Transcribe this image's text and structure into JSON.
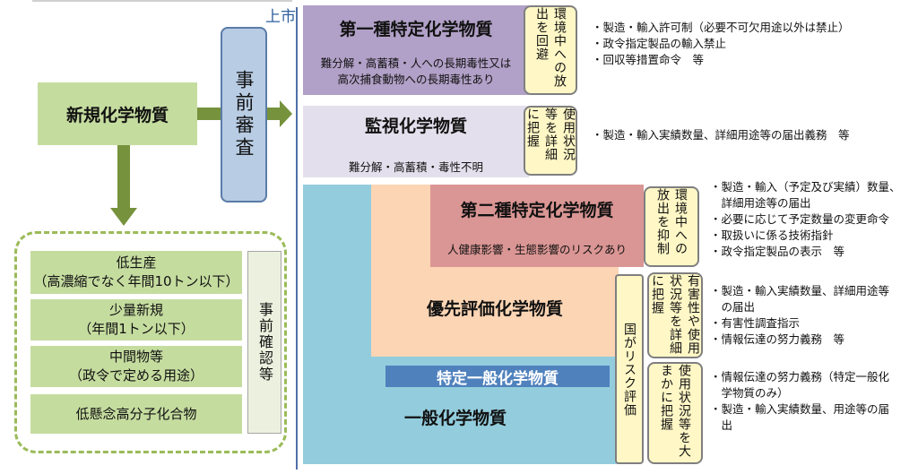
{
  "colors": {
    "green_box": "#c5dc9f",
    "green_arrow": "#76923c",
    "blue_box": "#b8cce4",
    "class1_purple": "#b1a0c7",
    "monitor_lilac": "#e4dfec",
    "class2_red": "#da9694",
    "priority_peach": "#fcd5b4",
    "general_blue": "#93cddd",
    "specific_blue": "#4f81bd",
    "measure_yellow": "#fff7c6"
  },
  "left": {
    "new_substance": "新規化学物質",
    "prior_review": "事前審査",
    "exemptions": [
      {
        "line1": "低生産",
        "line2": "（高濃縮でなく年間10トン以下）"
      },
      {
        "line1": "少量新規",
        "line2": "（年間1トン以下）"
      },
      {
        "line1": "中間物等",
        "line2": "（政令で定める用途）"
      },
      {
        "line1": "低懸念高分子化合物",
        "line2": ""
      }
    ],
    "prior_confirmation": "事前確認等"
  },
  "market_label": "上市",
  "class1": {
    "title": "第一種特定化学物質",
    "desc1": "難分解・高蓄積・人への長期毒性又は",
    "desc2": "高次捕食動物への長期毒性あり",
    "measure": "環境中への放出を回避",
    "notes": [
      "・製造・輸入許可制（必要不可欠用途以外は禁止）",
      "・政令指定製品の輸入禁止",
      "・回収等措置命令　等"
    ]
  },
  "monitor": {
    "title": "監視化学物質",
    "desc": "難分解・高蓄積・毒性不明",
    "measure": "使用状況等を詳細に把握",
    "notes": [
      "・製造・輸入実績数量、詳細用途等の届出義務　等"
    ]
  },
  "class2": {
    "title": "第二種特定化学物質",
    "desc": "人健康影響・生態影響のリスクあり",
    "measure": "環境中への放出を抑制",
    "notes": [
      "・製造・輸入（予定及び実績）数量、",
      "　詳細用途等の届出",
      "・必要に応じて予定数量の変更命令",
      "・取扱いに係る技術指針",
      "・政令指定製品の表示　等"
    ]
  },
  "priority": {
    "title": "優先評価化学物質",
    "measure": "有害性や使用状況等を詳細に把握",
    "notes": [
      "・製造・輸入実績数量、詳細用途等",
      "　の届出",
      "・有害性調査指示",
      "・情報伝達の努力義務　等"
    ]
  },
  "specific_general": "特定一般化学物質",
  "general": {
    "title": "一般化学物質",
    "measure": "使用状況等を大まかに把握",
    "notes": [
      "・情報伝達の努力義務（特定一般化",
      "　学物質のみ）",
      "・製造・輸入実績数量、用途等の届",
      "　出"
    ]
  },
  "risk_evaluation": "国がリスク評価"
}
